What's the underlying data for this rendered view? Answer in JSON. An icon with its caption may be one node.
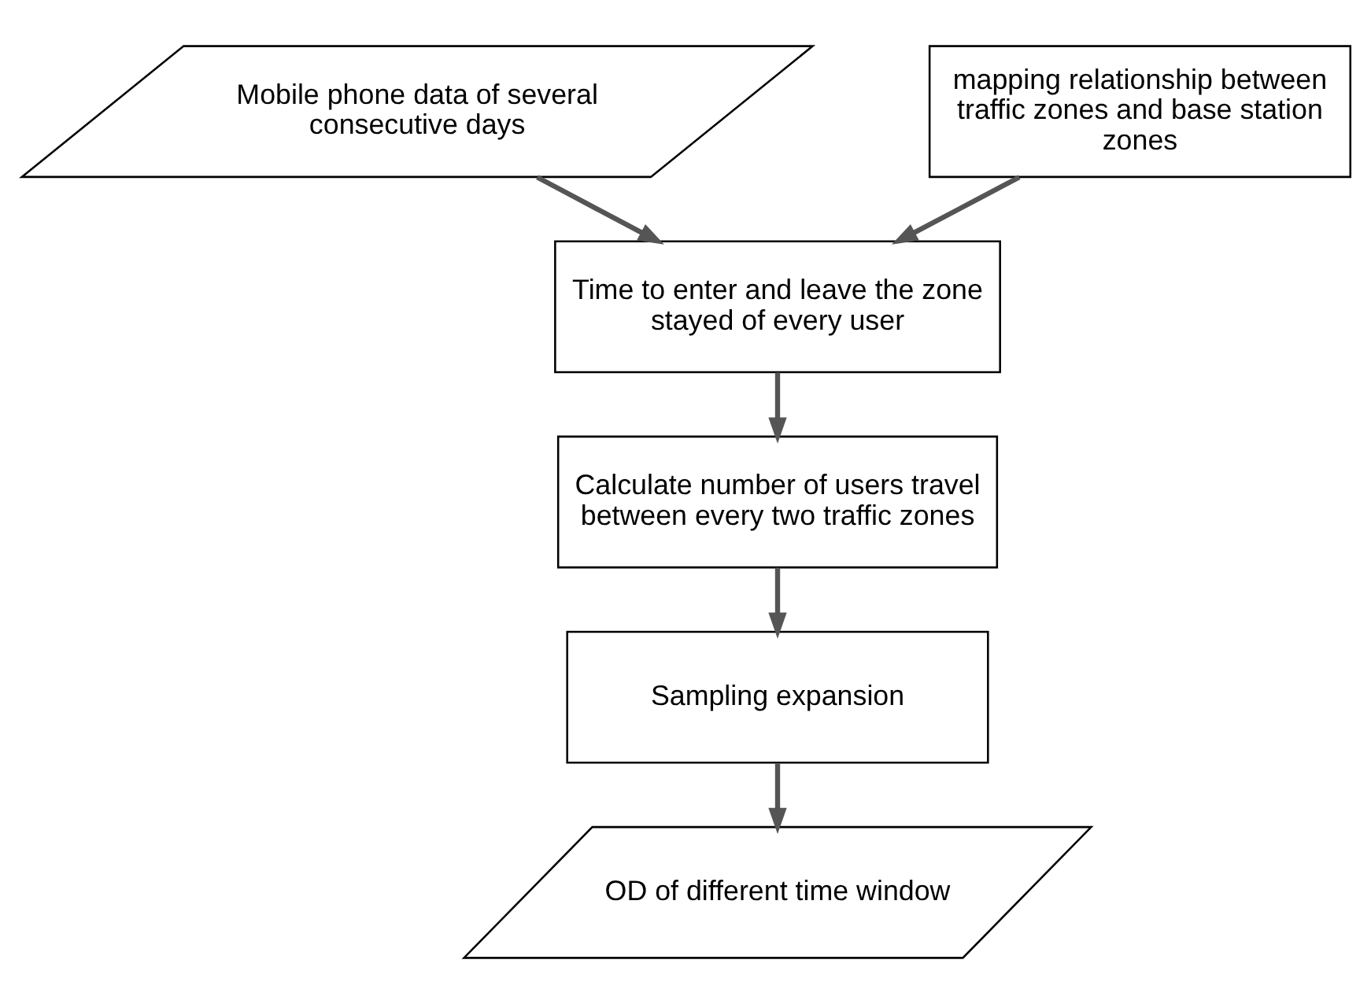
{
  "diagram": {
    "nodes": [
      {
        "text": [
          "Mobile phone data of several consecutive days"
        ]
      },
      {
        "text": [
          "mapping relationship between traffic zones and base station zones"
        ]
      },
      {
        "text": [
          "Time to enter and leave the zone stayed of every user"
        ]
      },
      {
        "text": [
          "Calculate number of users travel between every two traffic zones"
        ]
      },
      {
        "text": [
          "Sampling expansion"
        ]
      },
      {
        "text": [
          "OD of different time window"
        ]
      }
    ],
    "edges": [
      {
        "from": 0,
        "to": 2,
        "arrow": "to"
      },
      {
        "from": 1,
        "to": 2,
        "arrow": "to"
      },
      {
        "from": 2,
        "to": 3,
        "arrow": "to"
      },
      {
        "from": 3,
        "to": 4,
        "arrow": "to"
      },
      {
        "from": 4,
        "to": 5,
        "arrow": "to"
      }
    ]
  }
}
